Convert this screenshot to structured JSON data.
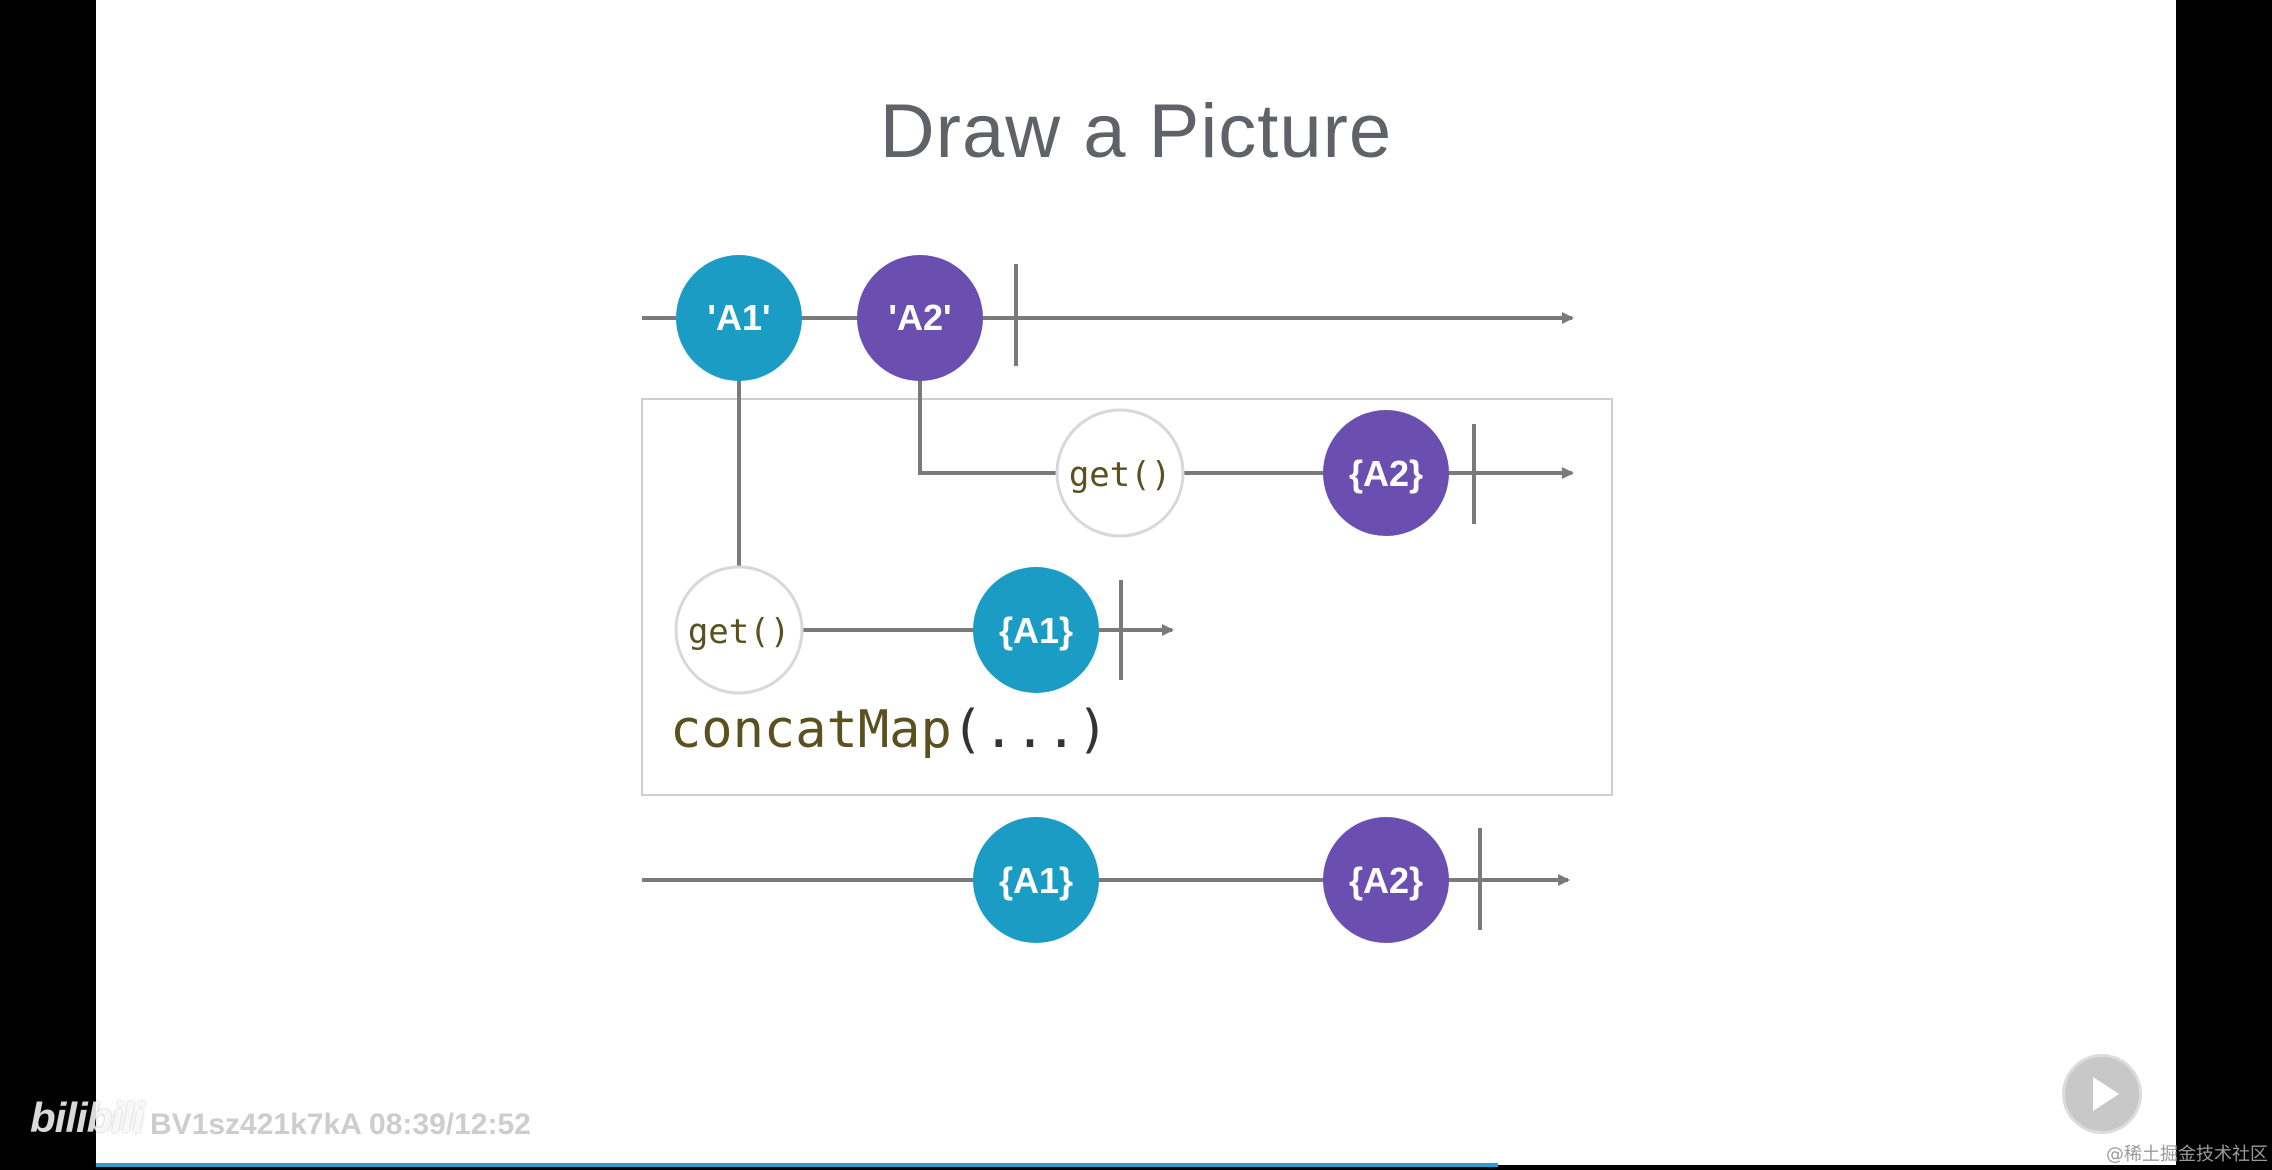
{
  "slide": {
    "title": "Draw a Picture"
  },
  "diagram": {
    "source_marbles": [
      "'A1'",
      "'A2'"
    ],
    "inner_a2": {
      "op": "get()",
      "result": "{A2}"
    },
    "inner_a1": {
      "op": "get()",
      "result": "{A1}"
    },
    "operator": "concatMap",
    "operator_args": "(...)",
    "output_marbles": [
      "{A1}",
      "{A2}"
    ],
    "colors": {
      "teal": "#1a9cc4",
      "purple": "#6a4fb0",
      "line": "#7a7a7a"
    }
  },
  "player": {
    "logo": "bilibili",
    "video_id": "BV1sz421k7kA",
    "time": "08:39/12:52",
    "progress": 0.674,
    "credit": "@稀土掘金技术社区"
  }
}
